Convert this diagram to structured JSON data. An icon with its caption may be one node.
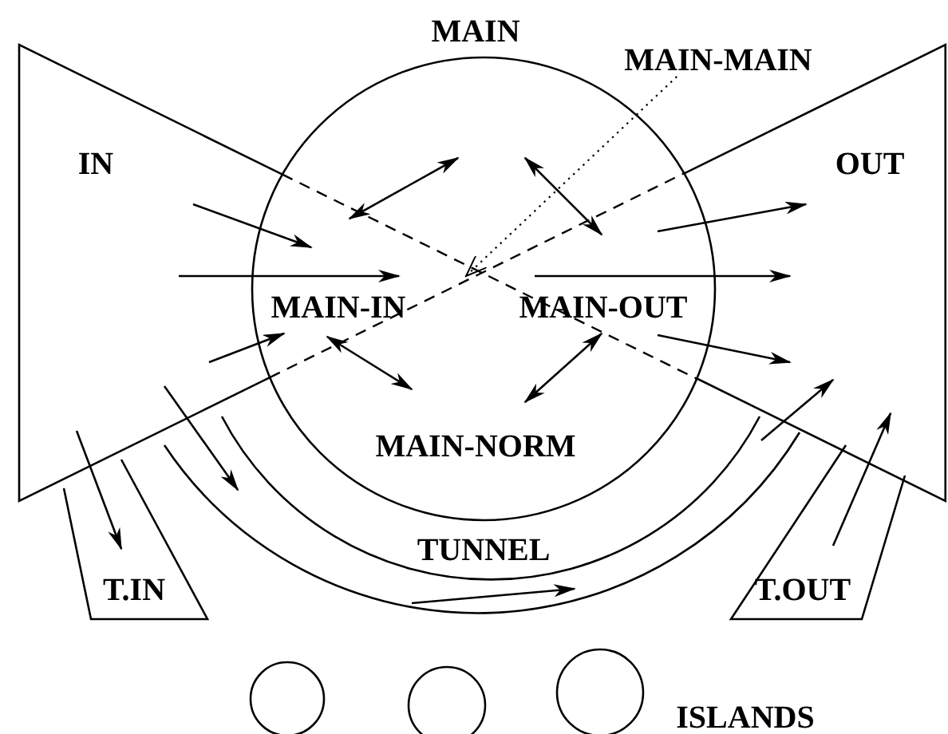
{
  "diagram": {
    "nodes": [
      {
        "text": [
          "MAIN"
        ]
      },
      {
        "text": [
          "MAIN-MAIN"
        ]
      },
      {
        "text": [
          "IN"
        ]
      },
      {
        "text": [
          "OUT"
        ]
      },
      {
        "text": [
          "TUNNEL"
        ]
      },
      {
        "text": [
          "T.IN"
        ]
      },
      {
        "text": [
          "T.OUT"
        ]
      },
      {
        "text": [],
        "shape": "circle"
      },
      {
        "text": [],
        "shape": "circle"
      },
      {
        "text": [],
        "shape": "circle"
      }
    ],
    "edges": [
      {
        "from": 1,
        "to": 0,
        "arrow": "to",
        "style": "dashed"
      },
      {
        "from": 2,
        "to": 0,
        "arrow": "to"
      },
      {
        "from": 2,
        "to": 0,
        "arrow": "to"
      },
      {
        "from": 2,
        "to": 0,
        "arrow": "to"
      },
      {
        "from": 0,
        "to": 3,
        "arrow": "to"
      },
      {
        "from": 0,
        "to": 3,
        "arrow": "to"
      },
      {
        "from": 0,
        "to": 3,
        "arrow": "to"
      },
      {
        "from": 2,
        "to": 5,
        "arrow": "to"
      },
      {
        "from": 2,
        "to": 4,
        "arrow": "to"
      },
      {
        "from": 4,
        "to": 3,
        "arrow": "to"
      },
      {
        "from": 6,
        "to": 3,
        "arrow": "to"
      }
    ],
    "labels": [
      "MAIN-IN",
      "MAIN-OUT",
      "MAIN-NORM",
      "ISLANDS"
    ]
  }
}
